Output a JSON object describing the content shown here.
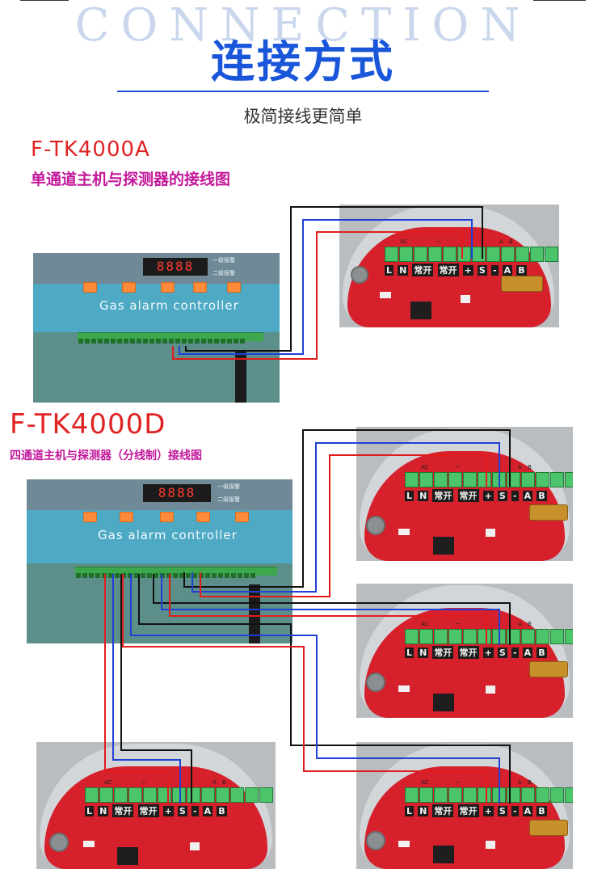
{
  "header": {
    "bg_word": "CONNECTION",
    "title": "连接方式",
    "subtitle": "极简接线更简单"
  },
  "section_a": {
    "model": "F-TK4000A",
    "caption": "单通道主机与探测器的接线图"
  },
  "section_d": {
    "model": "F-TK4000D",
    "caption": "四通道主机与探测器（分线制）接线图"
  },
  "controller": {
    "display": "8888",
    "label": "Gas alarm controller",
    "alarm1": "一级报警",
    "alarm2": "二级报警"
  },
  "detector": {
    "top_labels": [
      "AC",
      "~",
      "A",
      "B"
    ],
    "terminals": [
      "L",
      "N",
      "常开",
      "常开",
      "+",
      "S",
      "-",
      "A",
      "B"
    ]
  },
  "colors": {
    "title_blue": "#1a56d9",
    "model_red": "#e02424",
    "caption_magenta": "#c2189a",
    "wire_black": "#111111",
    "wire_blue": "#1f3fd6",
    "wire_red": "#e21c1c"
  }
}
